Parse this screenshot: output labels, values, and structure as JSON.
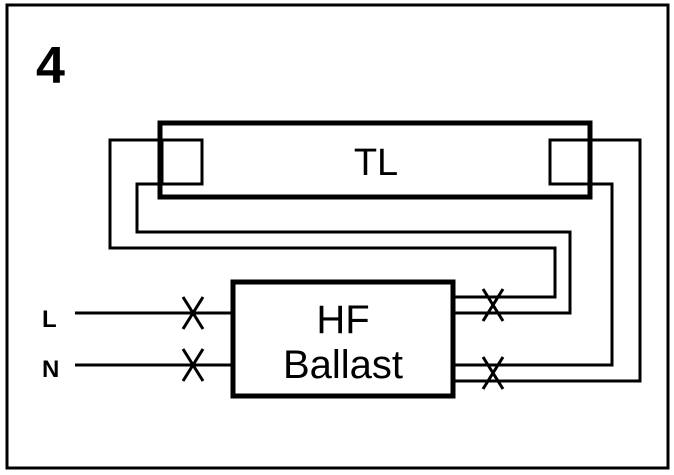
{
  "step_number": "4",
  "lamp": {
    "label": "TL"
  },
  "ballast": {
    "line1": "HF",
    "line2": "Ballast"
  },
  "terminals": {
    "line": "L",
    "neutral": "N"
  }
}
